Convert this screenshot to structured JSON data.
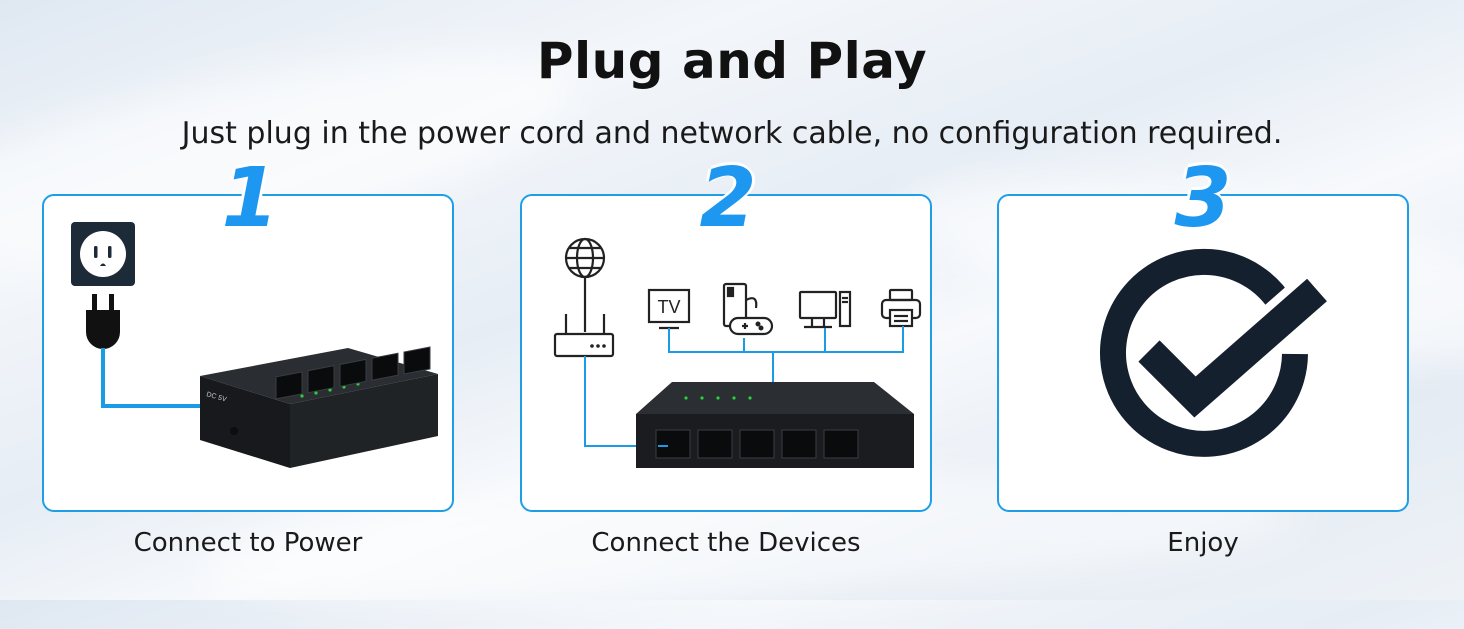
{
  "title": "Plug and Play",
  "subtitle": "Just plug in the power cord and network cable, no configuration required.",
  "steps": [
    {
      "number": "1",
      "caption": "Connect to Power",
      "icons": [
        "power-outlet-icon",
        "power-plug-icon",
        "network-switch"
      ]
    },
    {
      "number": "2",
      "caption": "Connect the Devices",
      "icons": [
        "globe-icon",
        "router-icon",
        "tv-icon",
        "game-console-icon",
        "desktop-computer-icon",
        "printer-icon",
        "network-switch"
      ],
      "tv_label": "TV"
    },
    {
      "number": "3",
      "caption": "Enjoy",
      "icons": [
        "checkmark-circle-icon"
      ]
    }
  ],
  "colors": {
    "accent": "#1e97f0",
    "cable": "#1a9be6",
    "icon_dark": "#14202e",
    "switch_body": "#1b1d20",
    "led": "#2ecc40"
  },
  "switch_label": "DC 5V"
}
